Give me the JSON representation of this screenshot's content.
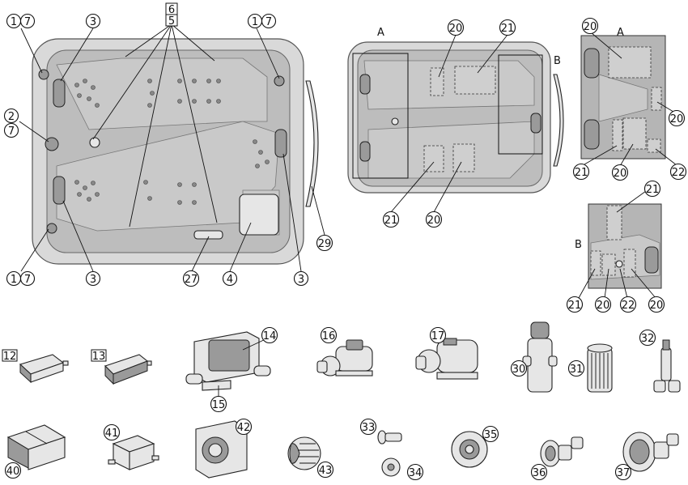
{
  "callouts": {
    "c1a": "1",
    "c7a": "7",
    "c3a": "3",
    "c6": "6",
    "c5": "5",
    "c1b": "1",
    "c7b": "7",
    "c2": "2",
    "c7c": "7",
    "c1c": "1",
    "c7d": "7",
    "c3b": "3",
    "c27": "27",
    "c4": "4",
    "c3c": "3",
    "c29": "29",
    "cA": "A",
    "cB": "B",
    "c20a": "20",
    "c21a": "21",
    "c21b": "21",
    "c20b": "20",
    "dA": "A",
    "d20a": "20",
    "d20b": "20",
    "d21": "21",
    "d20c": "20",
    "d22": "22",
    "dB": "B",
    "e21a": "21",
    "e21b": "21",
    "e20a": "20",
    "e22": "22",
    "e20b": "20",
    "p12": "12",
    "p13": "13",
    "p14": "14",
    "p15": "15",
    "p16": "16",
    "p17": "17",
    "p30": "30",
    "p31": "31",
    "p32": "32",
    "p40": "40",
    "p41": "41",
    "p42": "42",
    "p43": "43",
    "p33": "33",
    "p34": "34",
    "p35": "35",
    "p36": "36",
    "p37": "37"
  }
}
